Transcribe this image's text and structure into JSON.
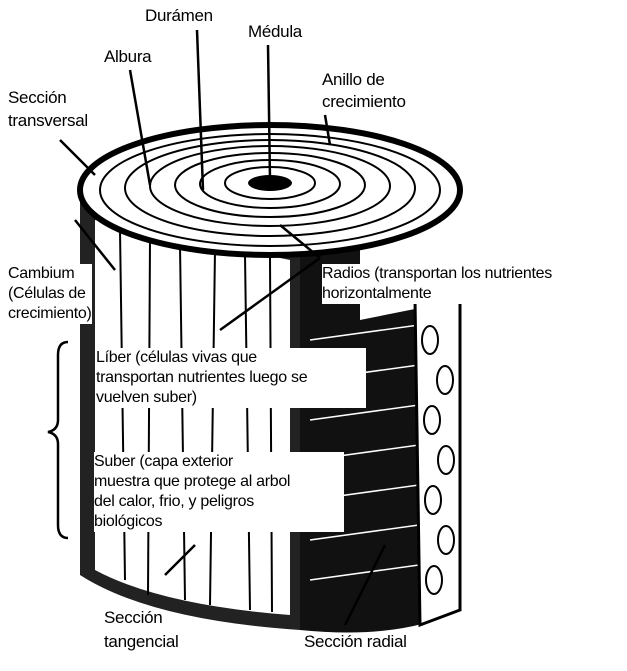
{
  "labels": {
    "duramen": "Durámen",
    "medula": "Médula",
    "albura": "Albura",
    "anillo": [
      "Anillo de",
      "crecimiento"
    ],
    "seccion_transversal": [
      "Sección",
      "transversal"
    ],
    "cambium": [
      "Cambium",
      "(Células de",
      "crecimiento)"
    ],
    "radios": [
      "Radios (transportan los nutrientes",
      "horizontalmente"
    ],
    "liber": [
      "Líber (células vivas que",
      "transportan nutrientes luego se",
      "vuelven suber)"
    ],
    "suber": [
      "Suber (capa exterior",
      "muestra que protege al arbol",
      "del calor, frio, y peligros",
      "biológicos"
    ],
    "seccion_tangencial": [
      "Sección",
      "tangencial"
    ],
    "seccion_radial": "Sección radial"
  }
}
